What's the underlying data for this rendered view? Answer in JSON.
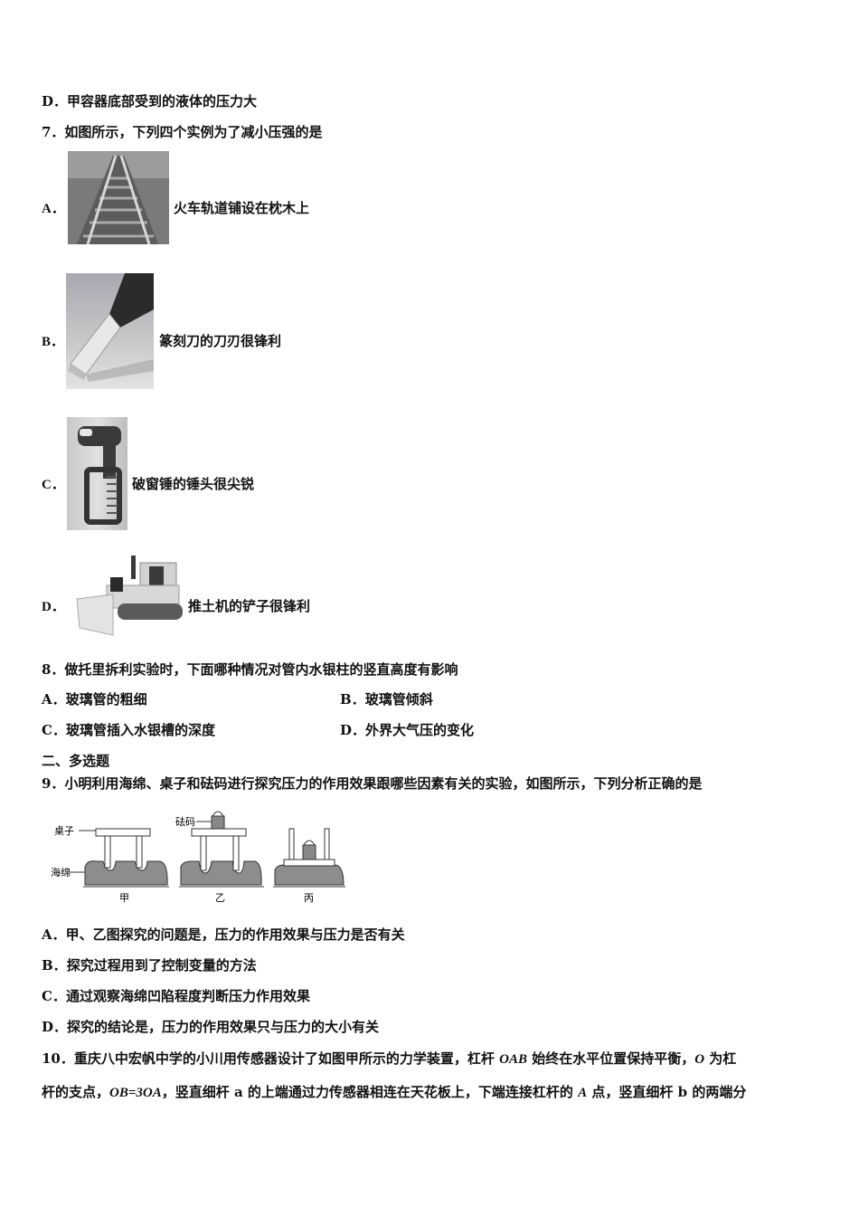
{
  "q6": {
    "option_d": {
      "label": "D．",
      "text": "甲容器底部受到的液体的压力大"
    }
  },
  "q7": {
    "stem": "7．如图所示，下列四个实例为了减小压强的是",
    "options": [
      {
        "label": "A．",
        "text": "火车轨道铺设在枕木上",
        "image": "railway-track-photo"
      },
      {
        "label": "B．",
        "text": "篆刻刀的刀刃很锋利",
        "image": "carving-knife-photo"
      },
      {
        "label": "C．",
        "text": "破窗锤的锤头很尖锐",
        "image": "safety-hammer-photo"
      },
      {
        "label": "D．",
        "text": "推土机的铲子很锋利",
        "image": "bulldozer-photo"
      }
    ]
  },
  "q8": {
    "stem": "8．做托里拆利实验时，下面哪种情况对管内水银柱的竖直高度有影响",
    "options": [
      {
        "label": "A．",
        "text": "玻璃管的粗细"
      },
      {
        "label": "B．",
        "text": "玻璃管倾斜"
      },
      {
        "label": "C．",
        "text": "玻璃管插入水银槽的深度"
      },
      {
        "label": "D．",
        "text": "外界大气压的变化"
      }
    ]
  },
  "section2": {
    "title": "二、多选题"
  },
  "q9": {
    "stem": "9．小明利用海绵、桌子和砝码进行探究压力的作用效果跟哪些因素有关的实验，如图所示，下列分析正确的是",
    "figure": {
      "labels": {
        "table": "桌子",
        "sponge": "海绵",
        "weight": "砝码"
      },
      "captions": [
        "甲",
        "乙",
        "丙"
      ]
    },
    "options": [
      {
        "label": "A．",
        "text": "甲、乙图探究的问题是，压力的作用效果与压力是否有关"
      },
      {
        "label": "B．",
        "text": "探究过程用到了控制变量的方法"
      },
      {
        "label": "C．",
        "text": "通过观察海绵凹陷程度判断压力作用效果"
      },
      {
        "label": "D．",
        "text": "探究的结论是，压力的作用效果只与压力的大小有关"
      }
    ]
  },
  "q10": {
    "line1_a": "10．重庆八中宏帆中学的小川用传感器设计了如图甲所示的力学装置，杠杆",
    "line1_var1": "OAB",
    "line1_b": "始终在水平位置保持平衡，",
    "line1_var2": "O",
    "line1_c": "为杠",
    "line2_a": "杆的支点，",
    "line2_var1": "OB=3OA",
    "line2_b": "，竖直细杆 a 的上端通过力传感器相连在天花板上，下端连接杠杆的",
    "line2_var2": "A",
    "line2_c": "点，竖直细杆 b 的两端分"
  }
}
